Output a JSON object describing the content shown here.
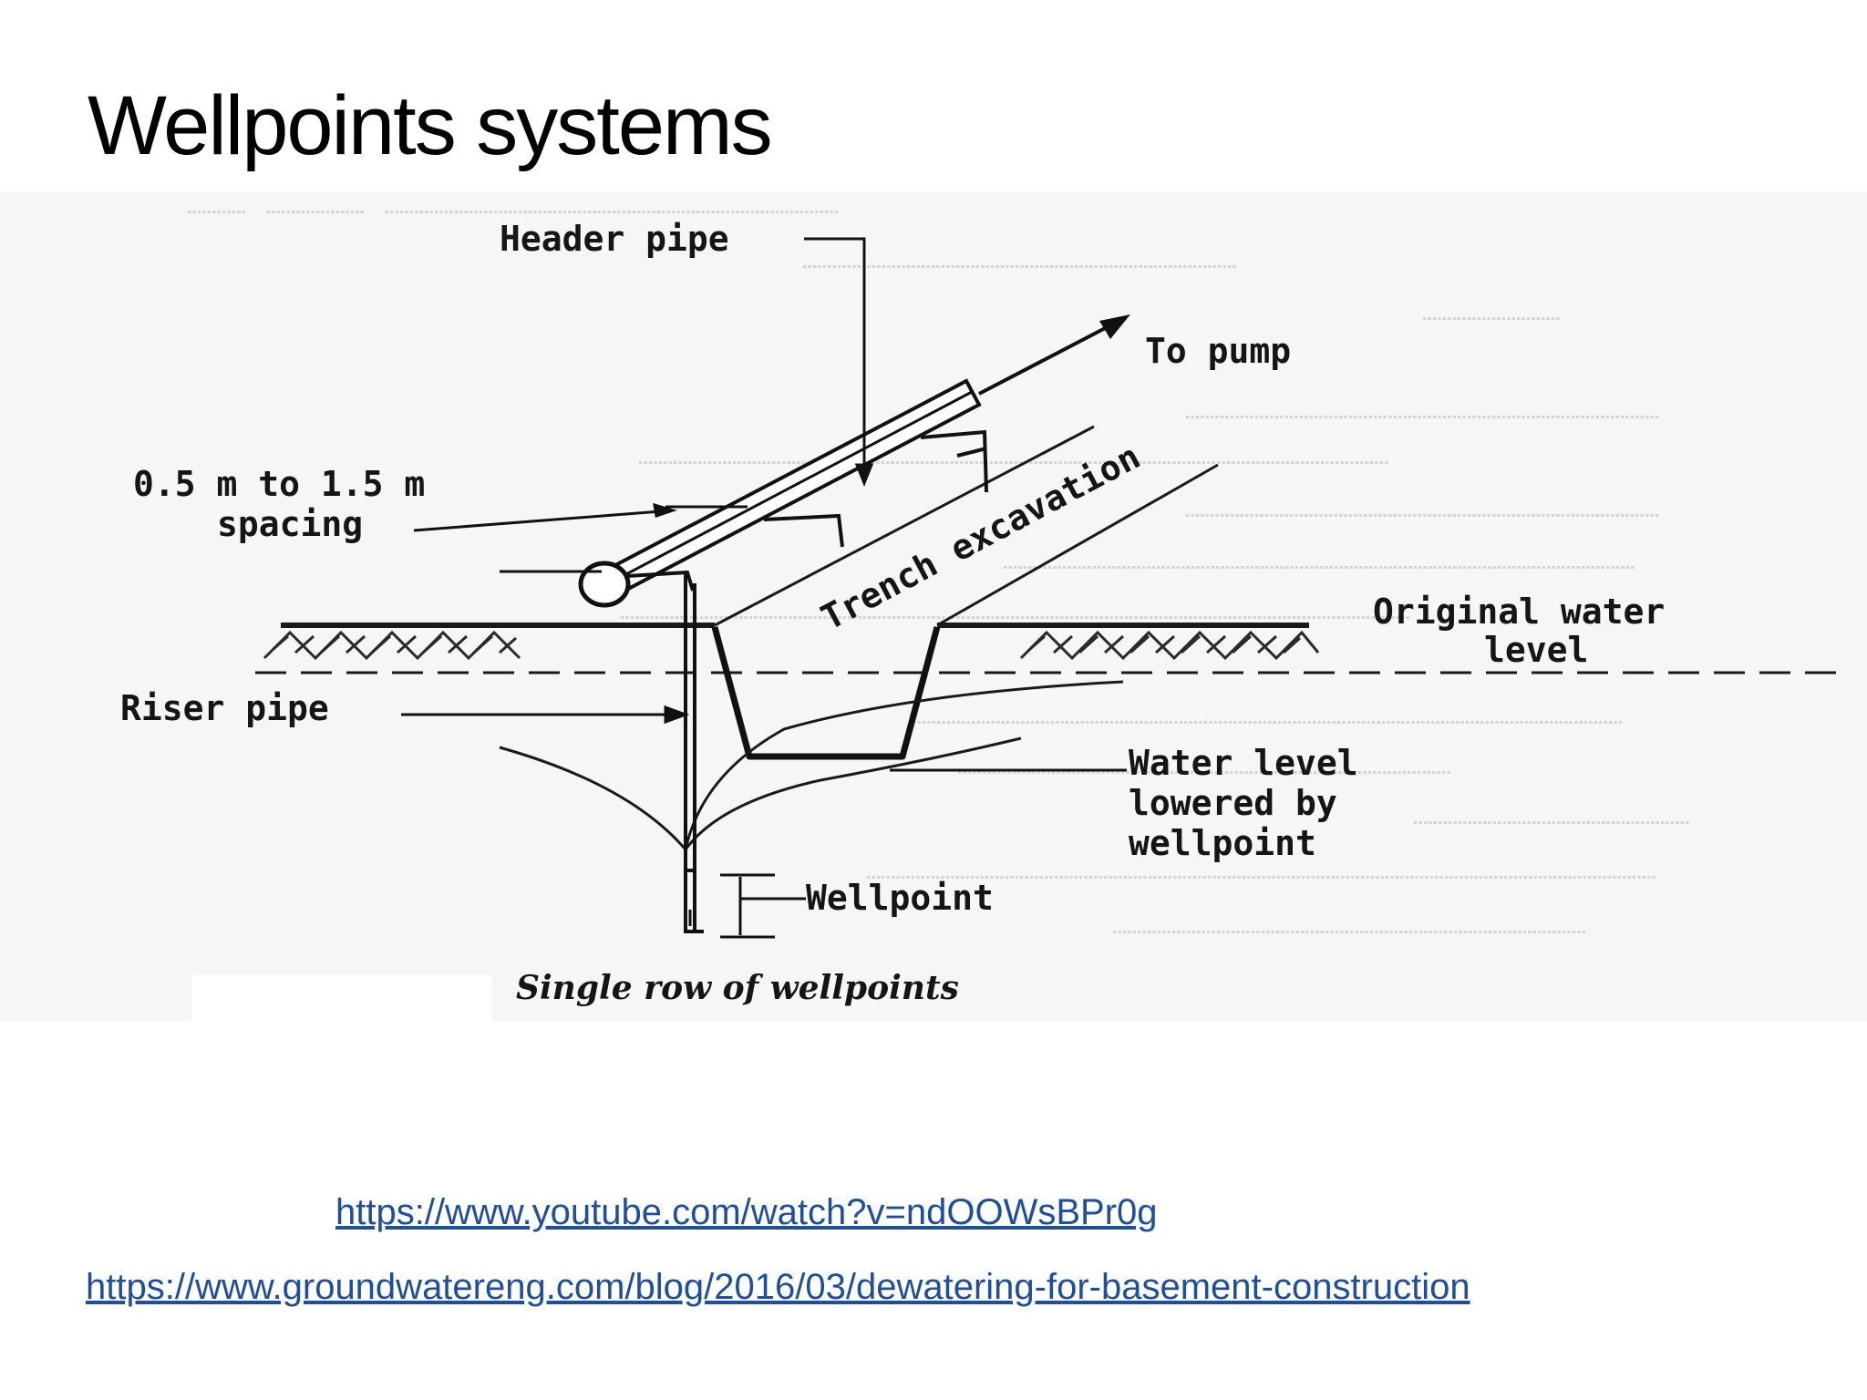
{
  "slide": {
    "title": "Wellpoints systems"
  },
  "diagram": {
    "labels": {
      "header_pipe": "Header pipe",
      "to_pump": "To pump",
      "spacing_line1": "0.5 m to 1.5 m",
      "spacing_line2": "spacing",
      "trench_excavation": "Trench excavation",
      "original_water_line1": "Original water",
      "original_water_line2": "level",
      "riser_pipe": "Riser pipe",
      "lowered_line1": "Water level",
      "lowered_line2": "lowered by",
      "lowered_line3": "wellpoint",
      "wellpoint": "Wellpoint"
    },
    "caption": "Single row of wellpoints"
  },
  "links": [
    {
      "text": "https://www.youtube.com/watch?v=ndOOWsBPr0g"
    },
    {
      "text": "https://www.groundwatereng.com/blog/2016/03/dewatering-for-basement-construction"
    }
  ],
  "colors": {
    "link": "#1f4e9c",
    "scan_background": "#f6f6f6",
    "ink": "#151515"
  }
}
